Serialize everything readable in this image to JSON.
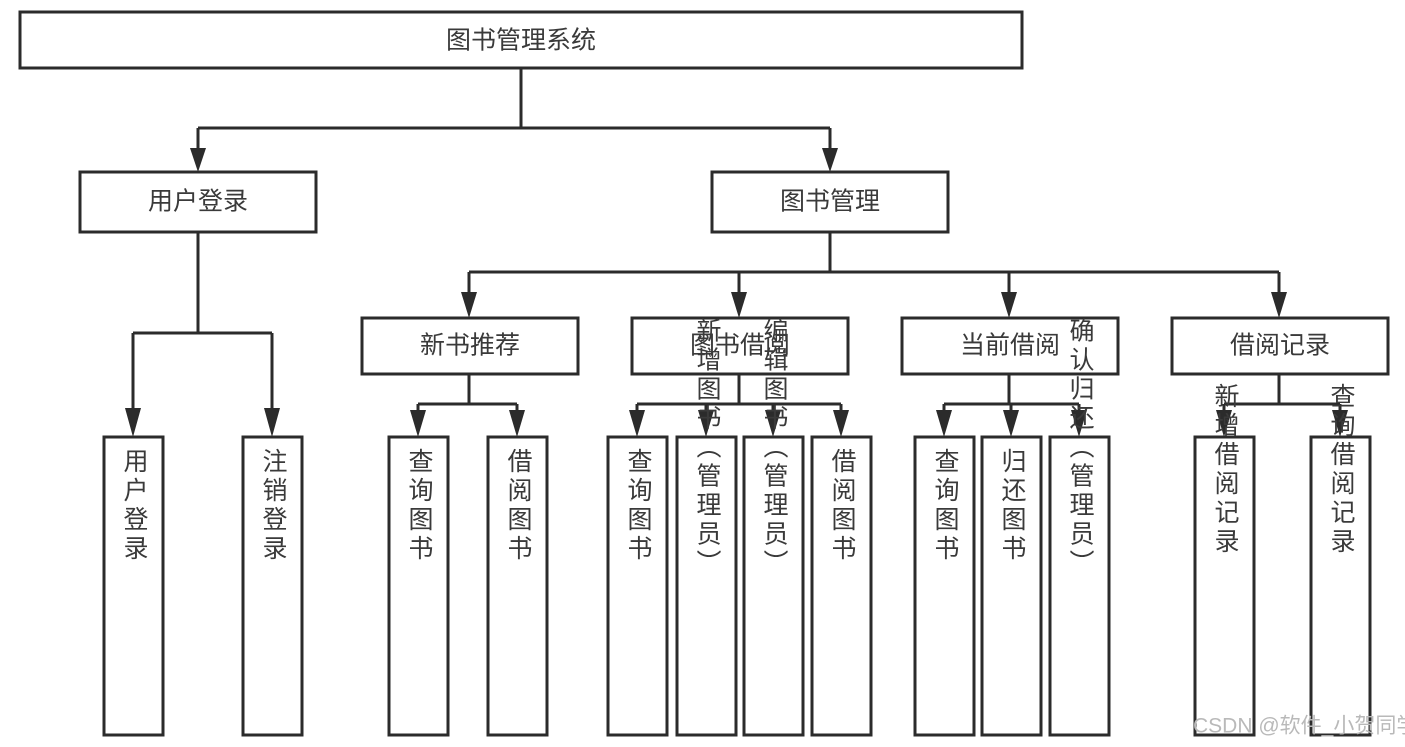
{
  "diagram": {
    "type": "tree-hierarchy",
    "title": "图书管理系统",
    "watermark": "CSDN @软件_小贺同学",
    "colors": {
      "stroke": "#2b2b2b",
      "fill": "#ffffff",
      "text": "#3a3a3a",
      "watermark": "#b9b9b9"
    },
    "levels": {
      "root": {
        "label": "图书管理系统"
      },
      "level2": [
        {
          "label": "用户登录"
        },
        {
          "label": "图书管理"
        }
      ],
      "level3": [
        {
          "label": "新书推荐"
        },
        {
          "label": "图书借阅"
        },
        {
          "label": "当前借阅"
        },
        {
          "label": "借阅记录"
        }
      ]
    },
    "leaves": {
      "user_login": [
        {
          "label": "用户登录"
        },
        {
          "label": "注销登录"
        }
      ],
      "new_book_recommend": [
        {
          "label": "查询图书"
        },
        {
          "label": "借阅图书"
        }
      ],
      "book_borrow": [
        {
          "label": "查询图书"
        },
        {
          "label": "新增图书（管理员）"
        },
        {
          "label": "编辑图书（管理员）"
        },
        {
          "label": "借阅图书"
        }
      ],
      "current_borrow": [
        {
          "label": "查询图书"
        },
        {
          "label": "归还图书"
        },
        {
          "label": "确认归还（管理员）"
        }
      ],
      "borrow_record": [
        {
          "label": "新增借阅记录"
        },
        {
          "label": "查询借阅记录"
        }
      ]
    }
  }
}
